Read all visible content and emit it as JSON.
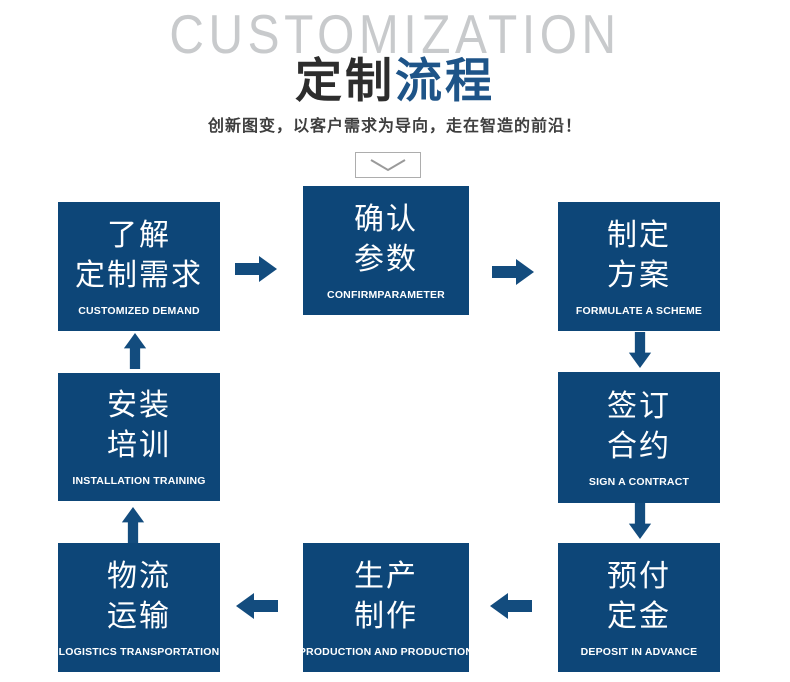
{
  "header": {
    "watermark": "CUSTOMIZATION",
    "title_part1": "定制",
    "title_part2": "流程",
    "subtitle": "创新图变，以客户需求为导向，走在智造的前沿！"
  },
  "colors": {
    "box": "#0D4678",
    "arrow": "#134C7E",
    "titleDark": "#2D2D2D",
    "titleBlue": "#1E5488",
    "watermark": "#C8CACC",
    "subtitle": "#3E3E3E",
    "chevronBorder": "#ADADAD",
    "chevron": "#9A9A9A"
  },
  "steps": [
    {
      "line1": "了解",
      "line2": "定制需求",
      "caption": "CUSTOMIZED DEMAND"
    },
    {
      "line1": "确认",
      "line2": "参数",
      "caption": "CONFIRMPARAMETER"
    },
    {
      "line1": "制定",
      "line2": "方案",
      "caption": "FORMULATE A SCHEME"
    },
    {
      "line1": "签订",
      "line2": "合约",
      "caption": "SIGN A CONTRACT"
    },
    {
      "line1": "预付",
      "line2": "定金",
      "caption": "DEPOSIT IN ADVANCE"
    },
    {
      "line1": "生产",
      "line2": "制作",
      "caption": "PRODUCTION AND PRODUCTION"
    },
    {
      "line1": "物流",
      "line2": "运输",
      "caption": "LOGISTICS TRANSPORTATION"
    },
    {
      "line1": "安装",
      "line2": "培训",
      "caption": "INSTALLATION TRAINING"
    }
  ],
  "icons": {
    "connector": "chevron-down",
    "flow": "block-arrow"
  }
}
